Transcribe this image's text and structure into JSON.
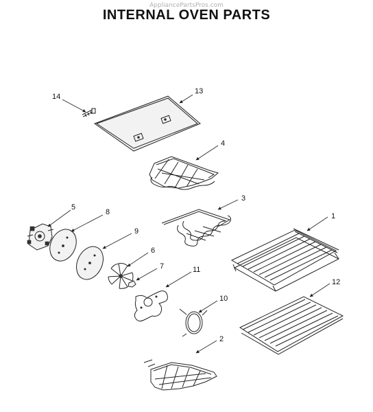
{
  "header": {
    "watermark": "AppliancePartsPros.com",
    "title": "INTERNAL OVEN PARTS"
  },
  "callouts": [
    "1",
    "2",
    "3",
    "4",
    "5",
    "6",
    "7",
    "8",
    "9",
    "10",
    "11",
    "12",
    "13",
    "14"
  ]
}
